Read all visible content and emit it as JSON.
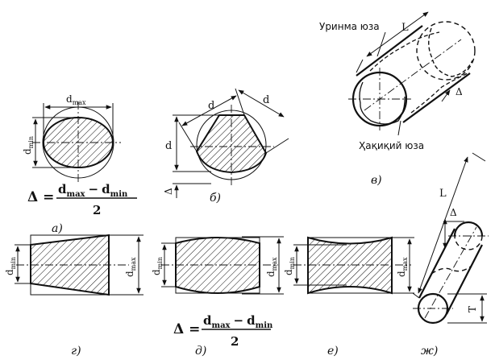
{
  "labels": {
    "d_max": "d",
    "max_sub": "max",
    "d_min": "d",
    "min_sub": "min",
    "d": "d",
    "delta": "Δ",
    "L": "L",
    "nominal_surface": "Уринма юза",
    "actual_surface": "Ҳақиқий юза",
    "T": "Т"
  },
  "formula": {
    "delta": "Δ =",
    "numerator_d1": "d",
    "numerator_sub1": "max",
    "minus": "−",
    "numerator_d2": "d",
    "numerator_sub2": "min",
    "denominator": "2"
  },
  "captions": {
    "a": "а)",
    "b": "б)",
    "v": "в)",
    "g": "г)",
    "d": "д)",
    "e": "е)",
    "zh": "ж)"
  }
}
